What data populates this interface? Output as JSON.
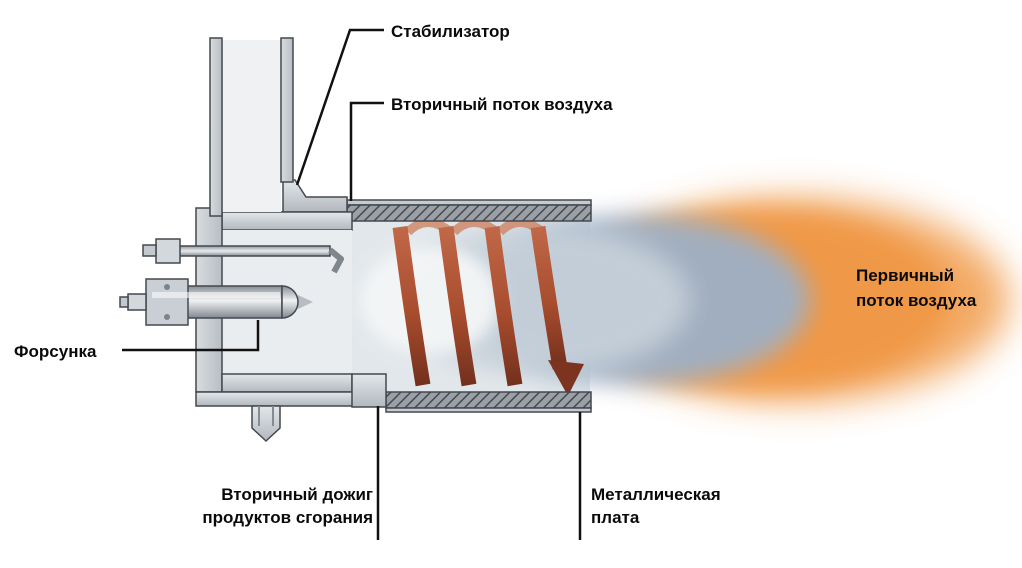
{
  "diagram": {
    "labels": {
      "stabilizer": "Стабилизатор",
      "secondary_air": "Вторичный поток воздуха",
      "primary_air_line1": "Первичный",
      "primary_air_line2": "поток воздуха",
      "nozzle": "Форсунка",
      "afterburn_line1": "Вторичный дожиг",
      "afterburn_line2": "продуктов сгорания",
      "metal_plate_line1": "Металлическая",
      "metal_plate_line2": "плата"
    },
    "colors": {
      "flame_orange": "#ef9a4b",
      "flame_core_blue": "#9db0c6",
      "coil_red": "#a8502f",
      "coil_dark": "#7c3420",
      "metal_light": "#e3e7ea",
      "metal_dark": "#aeb4ba",
      "wall_hatch_base": "#9aa0a6",
      "wall_hatch_line": "#454a50",
      "outline": "#44494f",
      "leader_line": "#111111"
    }
  }
}
